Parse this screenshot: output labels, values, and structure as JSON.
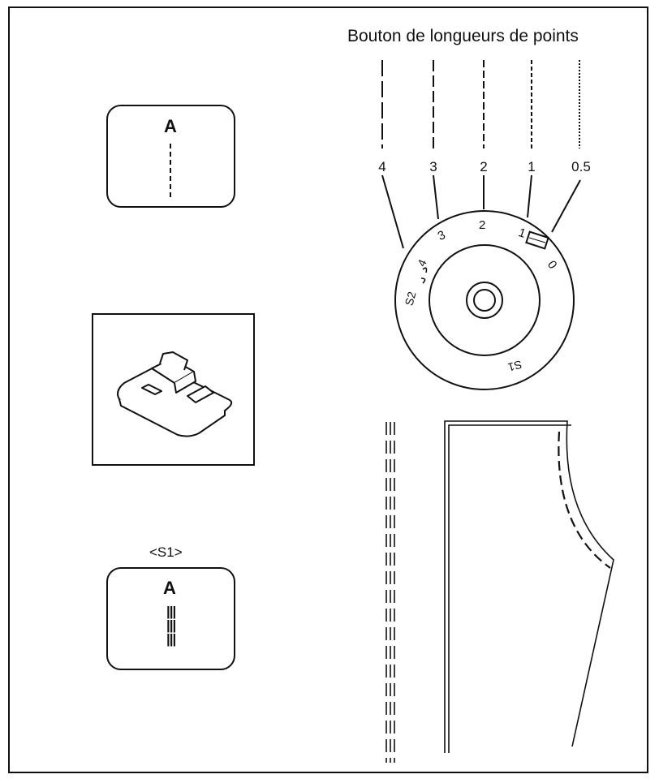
{
  "title": "Bouton de longueurs de points",
  "pattern_top": {
    "letter": "A"
  },
  "pattern_bottom": {
    "mode": "<S1>",
    "letter": "A"
  },
  "stitch_lengths": [
    "4",
    "3",
    "2",
    "1",
    "0.5"
  ],
  "dial": {
    "marks": [
      "3",
      "2",
      "1",
      "0"
    ],
    "s2_label": "S2",
    "s2_range": "4",
    "s1_label": "S1"
  },
  "icons": {
    "presser_foot": "presser-foot-icon",
    "dial_knob": "stitch-length-dial-icon"
  }
}
